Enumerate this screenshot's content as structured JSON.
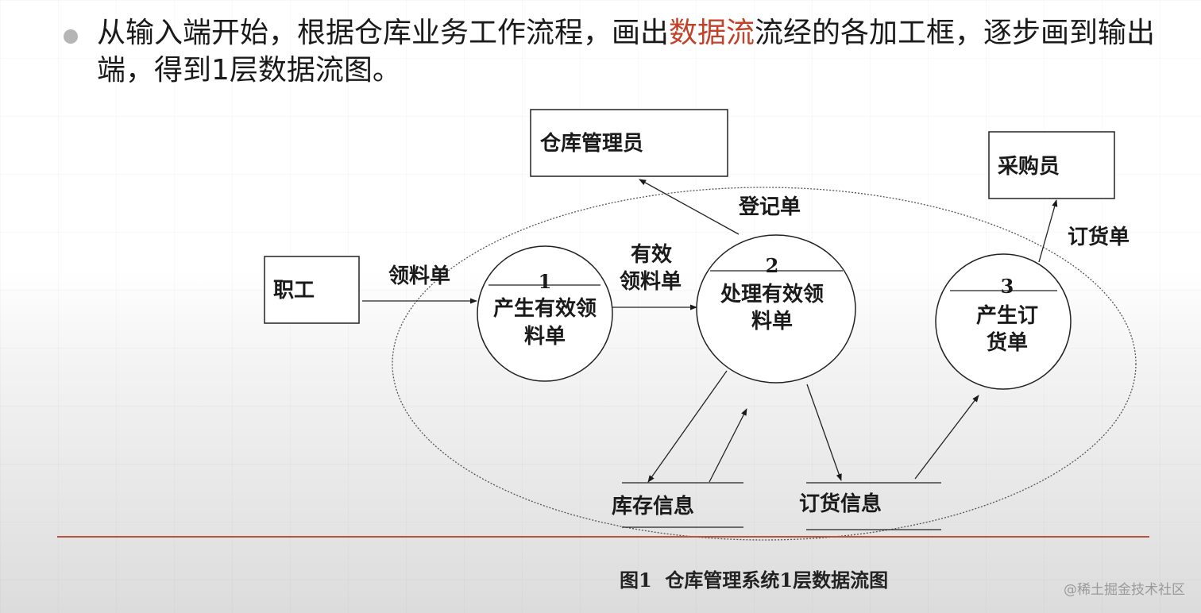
{
  "intro": {
    "before": "从输入端开始，根据仓库业务工作流程，画出",
    "highlight": "数据流",
    "after": "流经的各加工框，逐步画到输出端，得到1层数据流图。"
  },
  "colors": {
    "highlight": "#c0422a",
    "divider": "#b6543c",
    "bullet": "#b5b5b5"
  },
  "entities": {
    "warehouse_admin": "仓库管理员",
    "purchaser": "采购员",
    "employee": "职工"
  },
  "processes": {
    "p1": {
      "num": "1",
      "line1": "产生有效领",
      "line2": "料单"
    },
    "p2": {
      "num": "2",
      "line1": "处理有效领",
      "line2": "料单"
    },
    "p3": {
      "num": "3",
      "line1": "产生订",
      "line2": "货单"
    }
  },
  "stores": {
    "inventory": "库存信息",
    "order_info": "订货信息"
  },
  "flows": {
    "requisition": "领料单",
    "valid_line1": "有效",
    "valid_line2": "领料单",
    "register": "登记单",
    "order_form": "订货单"
  },
  "caption": "图1  仓库管理系统1层数据流图",
  "watermark": "@稀土掘金技术社区"
}
